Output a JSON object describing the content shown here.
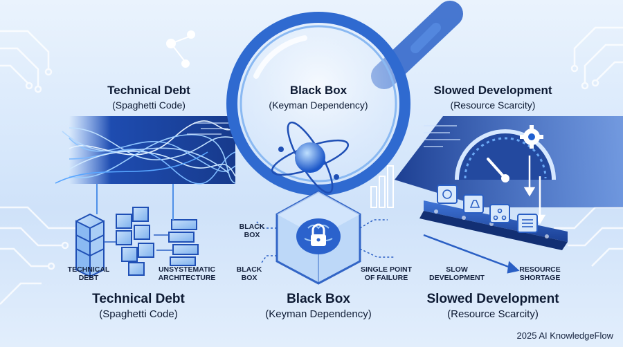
{
  "top_sections": [
    {
      "title": "Technical Debt",
      "subtitle": "(Spaghetti Code)"
    },
    {
      "title": "Black Box",
      "subtitle": "(Keyman Dependency)"
    },
    {
      "title": "Slowed Development",
      "subtitle": "(Resource Scarcity)"
    }
  ],
  "bottom_sections": [
    {
      "title": "Technical Debt",
      "subtitle": "(Spaghetti Code)"
    },
    {
      "title": "Black Box",
      "subtitle": "(Keyman Dependency)"
    },
    {
      "title": "Slowed Development",
      "subtitle": "(Resource Scarcity)"
    }
  ],
  "labels": {
    "technical_debt_1": "TECHNICAL",
    "technical_debt_2": "DEBT",
    "unsystematic_1": "UNSYSTEMATIC",
    "unsystematic_2": "ARCHITECTURE",
    "black_box_a_1": "BLACK",
    "black_box_a_2": "BOX",
    "black_box_b_1": "BLACK",
    "black_box_b_2": "BOX",
    "spof_1": "SINGLE POINT",
    "spof_2": "OF FAILURE",
    "slow_dev_1": "SLOW",
    "slow_dev_2": "DEVELOPMENT",
    "resource_1": "RESOURCE",
    "resource_2": "SHORTAGE"
  },
  "credit": "2025 AI KnowledgeFlow",
  "colors": {
    "primary": "#1f5fd1",
    "navy": "#0d1a33",
    "accent": "#3b8cf0",
    "light": "#9fc8f5"
  }
}
